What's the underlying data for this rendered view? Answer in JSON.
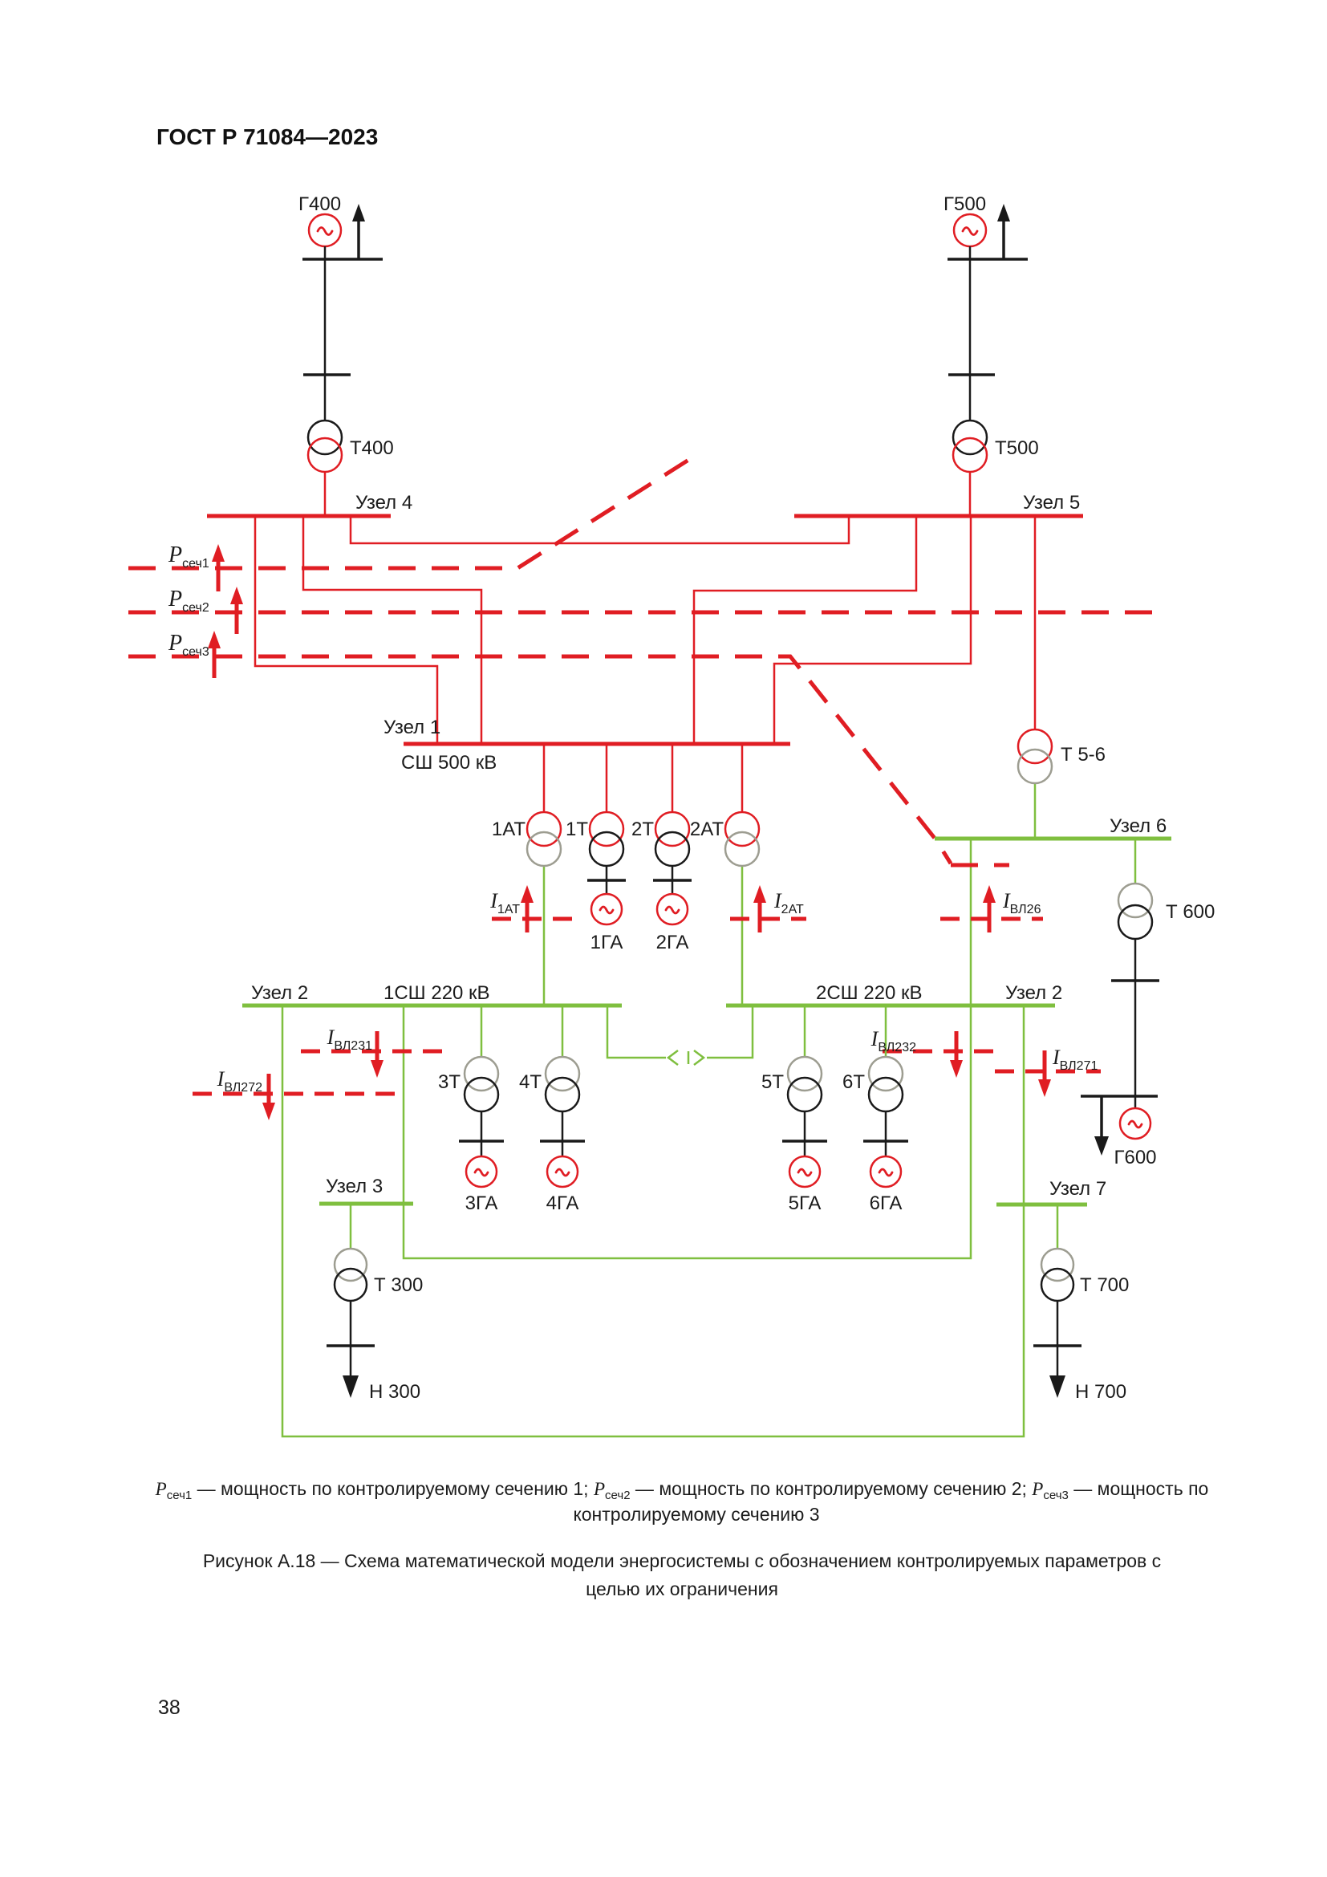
{
  "page": {
    "header": "ГОСТ Р 71084—2023",
    "page_number": "38"
  },
  "colors": {
    "line_red": "#e01d23",
    "line_green": "#7fbf3f",
    "symbol_grey": "#9d9d91",
    "line_black": "#1a1a1a"
  },
  "nodes": {
    "uzel1": "Узел 1",
    "uzel1_bus": "СШ 500 кВ",
    "uzel2_left": "Узел 2",
    "uzel2_right": "Узел 2",
    "bus220_1": "1СШ 220 кВ",
    "bus220_2": "2СШ 220 кВ",
    "uzel3": "Узел 3",
    "uzel4": "Узел 4",
    "uzel5": "Узел 5",
    "uzel6": "Узел 6",
    "uzel7": "Узел 7"
  },
  "equipment": {
    "g400": "Г400",
    "g500": "Г500",
    "g600": "Г600",
    "t400": "Т400",
    "t500": "Т500",
    "t56": "Т 5-6",
    "t600": "Т 600",
    "t300": "Т 300",
    "t700": "Т 700",
    "n300": "Н 300",
    "n700": "Н 700",
    "at1": "1АТ",
    "t1": "1Т",
    "t2": "2Т",
    "at2": "2АТ",
    "ga1": "1ГА",
    "ga2": "2ГА",
    "t3": "3Т",
    "t4": "4Т",
    "t5": "5Т",
    "t6": "6Т",
    "ga3": "3ГА",
    "ga4": "4ГА",
    "ga5": "5ГА",
    "ga6": "6ГА"
  },
  "measurements": {
    "psech1": {
      "sym": "P",
      "sub": "сеч1"
    },
    "psech2": {
      "sym": "P",
      "sub": "сеч2"
    },
    "psech3": {
      "sym": "P",
      "sub": "сеч3"
    },
    "i1at": {
      "sym": "I",
      "sub": "1АТ"
    },
    "i2at": {
      "sym": "I",
      "sub": "2АТ"
    },
    "ivl26": {
      "sym": "I",
      "sub": "ВЛ26"
    },
    "ivl231": {
      "sym": "I",
      "sub": "ВЛ231"
    },
    "ivl232": {
      "sym": "I",
      "sub": "ВЛ232"
    },
    "ivl271": {
      "sym": "I",
      "sub": "ВЛ271"
    },
    "ivl272": {
      "sym": "I",
      "sub": "ВЛ272"
    }
  },
  "legend": {
    "p1_sym": "P",
    "p1_sub": "сеч1",
    "p1_text": " — мощность по контролируемому сечению 1; ",
    "p2_sym": "P",
    "p2_sub": "сеч2",
    "p2_text": " — мощность по контролируемому сечению 2; ",
    "p3_sym": "P",
    "p3_sub": "сеч3",
    "p3_text": " — мощность по",
    "line2": "контролируемому сечению 3"
  },
  "figure_caption": {
    "line1": "Рисунок А.18 — Схема математической модели энергосистемы с обозначением контролируемых параметров с",
    "line2": "целью их ограничения"
  }
}
